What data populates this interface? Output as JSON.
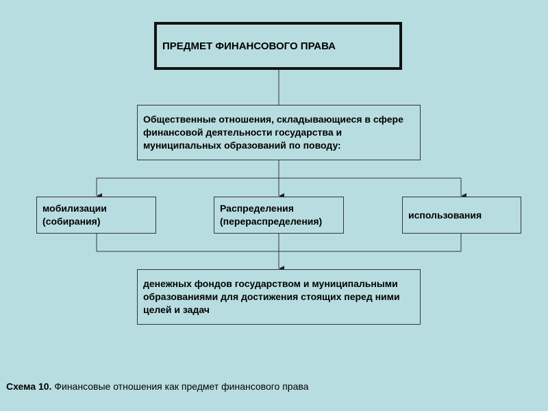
{
  "diagram": {
    "title": "ПРЕДМЕТ ФИНАНСОВОГО ПРАВА",
    "relations": "Общественные отношения, складывающиеся в сфере финансовой деятельности государства и муниципальных образований по поводу:",
    "branches": [
      "мобилизации (собирания)",
      "Распределения (перераспределения)",
      "использования"
    ],
    "funds": "денежных фондов государством и муниципальными образованиями для достижения стоящих перед ними целей и задач"
  },
  "caption": {
    "label": "Схема 10.",
    "text": " Финансовые отношения как предмет финансового права"
  },
  "colors": {
    "background": "#b8dde0",
    "line": "#333333",
    "text": "#000000"
  }
}
